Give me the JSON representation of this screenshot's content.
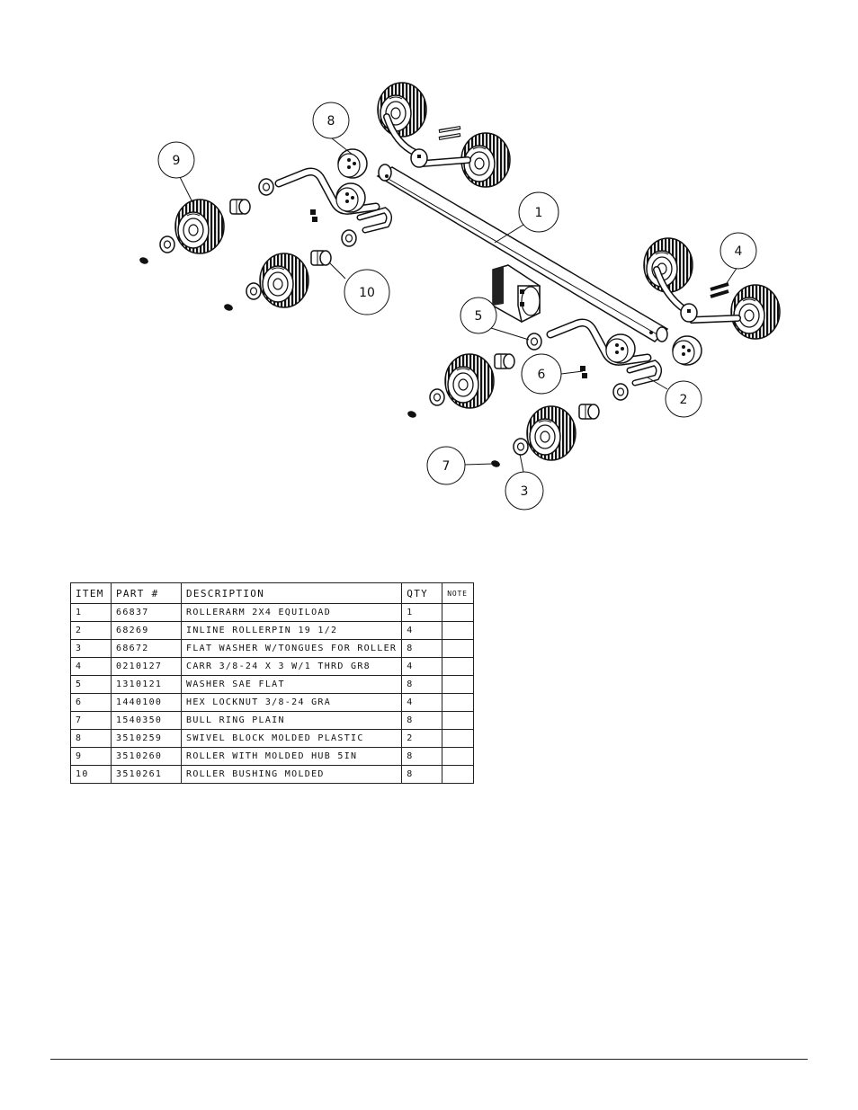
{
  "callouts": [
    {
      "id": "1",
      "label": "1"
    },
    {
      "id": "2",
      "label": "2"
    },
    {
      "id": "3",
      "label": "3"
    },
    {
      "id": "4",
      "label": "4"
    },
    {
      "id": "5",
      "label": "5"
    },
    {
      "id": "6",
      "label": "6"
    },
    {
      "id": "7",
      "label": "7"
    },
    {
      "id": "8",
      "label": "8"
    },
    {
      "id": "9",
      "label": "9"
    },
    {
      "id": "10",
      "label": "10"
    }
  ],
  "table": {
    "headers": [
      "ITEM",
      "PART #",
      "DESCRIPTION",
      "QTY",
      "NOTE"
    ],
    "rows": [
      [
        "1",
        "66837",
        "ROLLERARM  2X4 EQUILOAD",
        "1",
        ""
      ],
      [
        "2",
        "68269",
        "INLINE ROLLERPIN 19 1/2",
        "4",
        ""
      ],
      [
        "3",
        "68672",
        "FLAT WASHER W/TONGUES FOR ROLLER",
        "8",
        ""
      ],
      [
        "4",
        "0210127",
        "CARR 3/8-24 X 3 W/1 THRD GR8",
        "4",
        ""
      ],
      [
        "5",
        "1310121",
        "WASHER SAE FLAT",
        "8",
        ""
      ],
      [
        "6",
        "1440100",
        "HEX LOCKNUT 3/8-24 GRA",
        "4",
        ""
      ],
      [
        "7",
        "1540350",
        "BULL RING PLAIN",
        "8",
        ""
      ],
      [
        "8",
        "3510259",
        "SWIVEL BLOCK MOLDED PLASTIC",
        "2",
        ""
      ],
      [
        "9",
        "3510260",
        "ROLLER WITH MOLDED HUB  5IN",
        "8",
        ""
      ],
      [
        "10",
        "3510261",
        "ROLLER BUSHING MOLDED",
        "8",
        ""
      ]
    ]
  }
}
